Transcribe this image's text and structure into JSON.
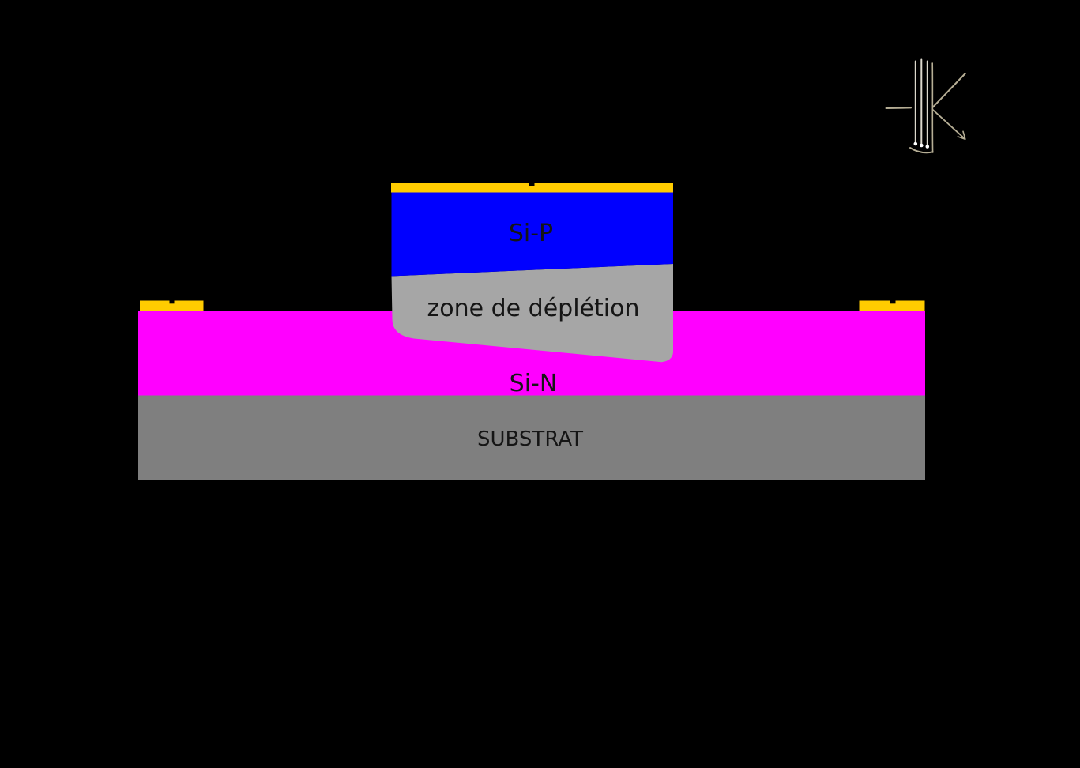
{
  "diagram": {
    "type": "semiconductor-photodiode-cross-section",
    "background_color": "#000000",
    "labels": {
      "p_region": "Si-P",
      "depletion": "zone de déplétion",
      "n_region": "Si-N",
      "substrate": "SUBSTRAT"
    },
    "colors": {
      "contact": "#FFCC00",
      "contact_notch": "#000000",
      "p_region": "#0000FF",
      "depletion": "#A6A6A6",
      "n_region": "#FF00FF",
      "substrate": "#7F7F7F",
      "label_text": "#151515",
      "sketch_stroke": "#B6AE95",
      "ray_stroke": "#DCD8CC",
      "ray_dot": "#FFFFFF"
    },
    "icons": {
      "incident_light_sketch": "hand-drawn light rays with reflection arrow"
    }
  }
}
